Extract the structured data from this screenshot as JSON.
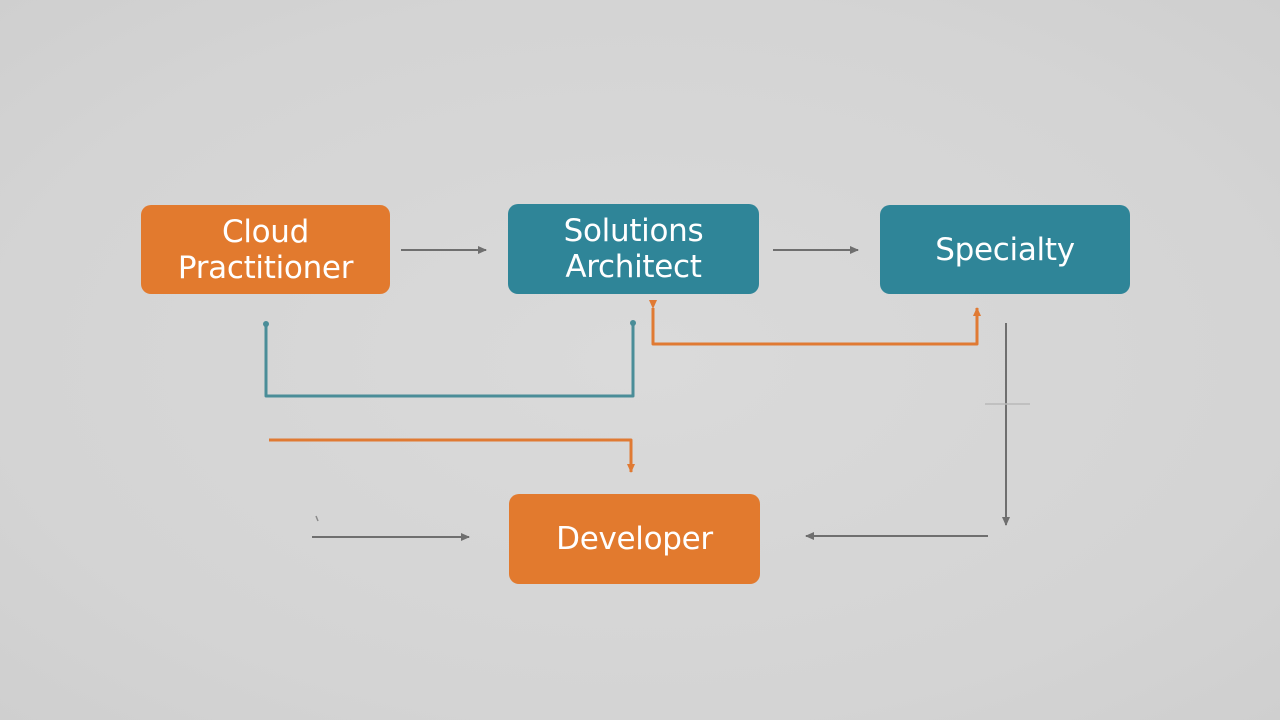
{
  "colors": {
    "background": "#d6d6d6",
    "orange": "#e27a2e",
    "teal": "#2f8598",
    "gray_line": "#6f6f6f"
  },
  "nodes": {
    "cloud_practitioner": {
      "line1": "Cloud",
      "line2": "Practitioner",
      "color": "orange"
    },
    "solutions_architect": {
      "line1": "Solutions",
      "line2": "Architect",
      "color": "teal"
    },
    "specialty": {
      "label": "Specialty",
      "color": "teal"
    },
    "developer": {
      "label": "Developer",
      "color": "orange"
    }
  },
  "edges": [
    {
      "from": "cloud_practitioner",
      "to": "solutions_architect",
      "color": "gray_line"
    },
    {
      "from": "solutions_architect",
      "to": "specialty",
      "color": "gray_line"
    },
    {
      "from": "cloud_practitioner",
      "to": "solutions_architect",
      "color": "teal",
      "style": "elbow-below"
    },
    {
      "from": "solutions_architect",
      "to": "specialty",
      "color": "orange",
      "style": "bidirectional-elbow-below"
    },
    {
      "from": "left",
      "to": "developer",
      "color": "orange",
      "style": "elbow-down"
    },
    {
      "from": "left",
      "to": "developer",
      "color": "gray_line"
    },
    {
      "from": "specialty",
      "to": "developer",
      "color": "gray_line",
      "style": "elbow-down-left"
    }
  ]
}
